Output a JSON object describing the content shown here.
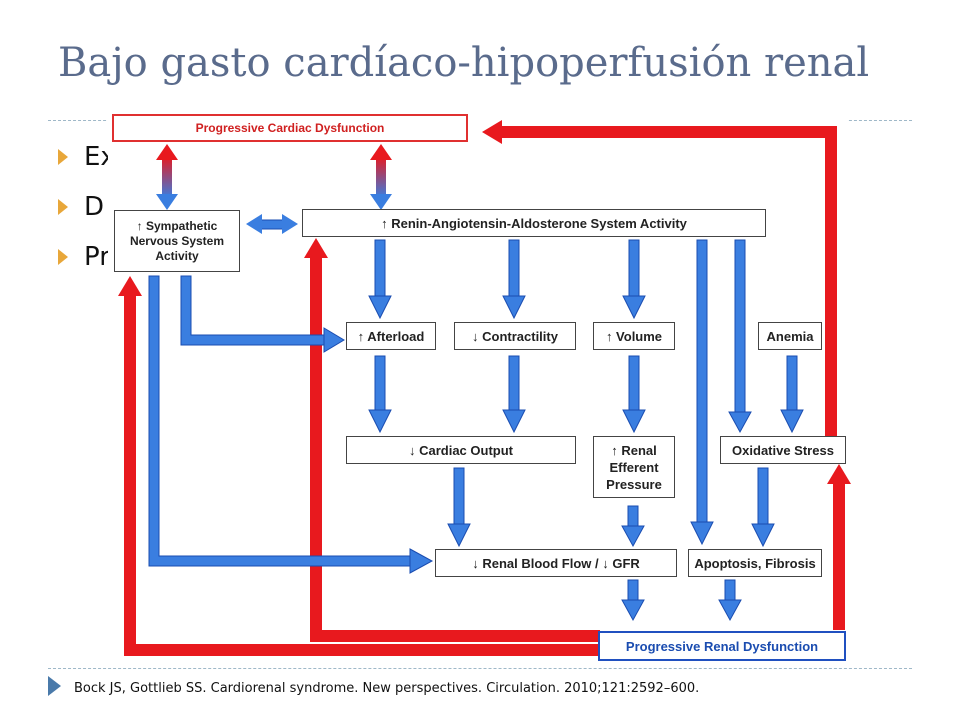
{
  "slide": {
    "title": "Bajo gasto cardíaco-hipoperfusión renal",
    "bullets": [
      "Ex",
      "D",
      "Pr"
    ],
    "citation": "Bock JS, Gottlieb SS. Cardiorenal syndrome. New perspectives. Circulation. 2010;121:2592–600."
  },
  "diagram": {
    "progressive_cardiac": "Progressive Cardiac Dysfunction",
    "sympathetic": "↑ Sympathetic Nervous System Activity",
    "raas": "↑ Renin-Angiotensin-Aldosterone System Activity",
    "afterload": "↑ Afterload",
    "contractility": "↓ Contractility",
    "volume": "↑ Volume",
    "anemia": "Anemia",
    "cardiac_output": "↓ Cardiac Output",
    "renal_efferent": "↑ Renal Efferent Pressure",
    "oxidative_stress": "Oxidative Stress",
    "renal_blood_flow": "↓ Renal Blood Flow / ↓ GFR",
    "apoptosis": "Apoptosis, Fibrosis",
    "progressive_renal": "Progressive Renal Dysfunction"
  },
  "colors": {
    "blue_arrow": "#3a7ee0",
    "red_arrow": "#e8191e",
    "title": "#5a6b8c",
    "bullet": "#e8a73a"
  }
}
